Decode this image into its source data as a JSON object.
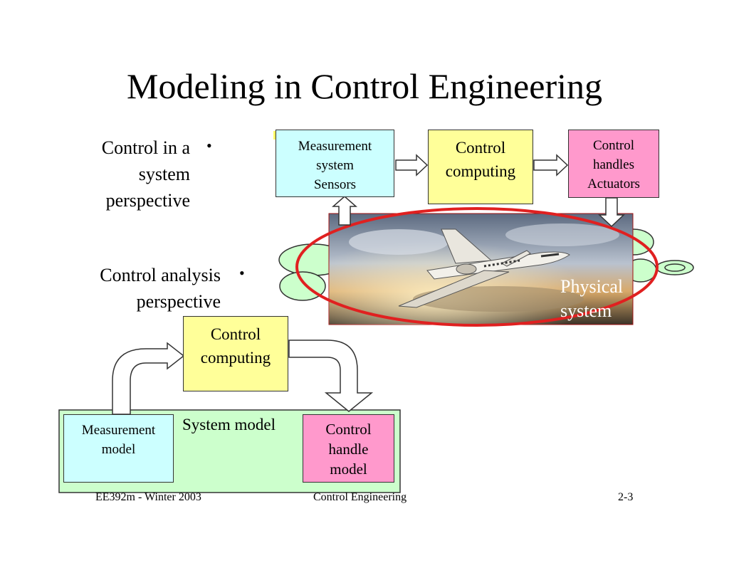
{
  "title": "Modeling in Control Engineering",
  "bullets": [
    {
      "text": "Control in a\nsystem\nperspective",
      "marker": "•"
    },
    {
      "text": "Control analysis\nperspective",
      "marker": "•"
    }
  ],
  "top_flow": {
    "measurement": "Measurement\nsystem\nSensors",
    "computing": "Control\ncomputing",
    "handles": "Control\nhandles\nActuators",
    "physical": "Physical\nsystem"
  },
  "bottom_flow": {
    "computing": "Control\ncomputing",
    "system_model": "System model",
    "measurement_model": "Measurement\nmodel",
    "handle_model": "Control\nhandle\nmodel"
  },
  "footer": {
    "left": "EE392m - Winter 2003",
    "center": "Control Engineering",
    "right": "2-3"
  },
  "colors": {
    "cyan": "#ccffff",
    "yellow": "#ffff99",
    "pink": "#ff99cc",
    "green": "#ccffcc",
    "red_outline": "#e02020"
  }
}
